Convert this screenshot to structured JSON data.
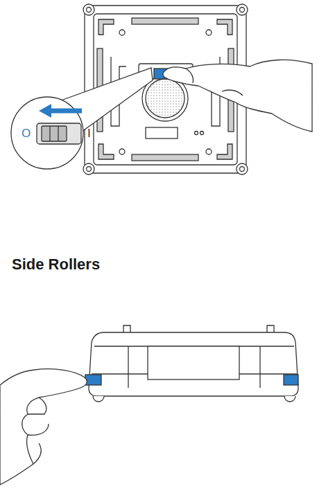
{
  "diagram": {
    "title": "Side Rollers",
    "labels": [
      "O",
      "I"
    ]
  }
}
